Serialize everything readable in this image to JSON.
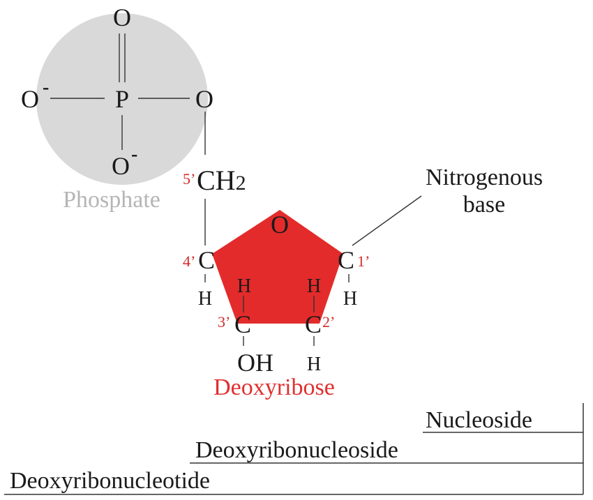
{
  "phosphate": {
    "atom_o_top": "O",
    "atom_p": "P",
    "atom_o_left": "O",
    "charge_left": "-",
    "atom_o_right": "O",
    "atom_o_bottom": "O",
    "charge_bottom": "-",
    "label": "Phosphate",
    "circle_color": "#d9d9d9"
  },
  "sugar": {
    "ch2_c": "CH",
    "ch2_sub": "2",
    "ring_o": "O",
    "c4": "C",
    "c1": "C",
    "c3": "C",
    "c2": "C",
    "h_c4": "H",
    "h_c3_top": "H",
    "h_c2_top": "H",
    "h_c1": "H",
    "oh_c3": "OH",
    "h_c2_bottom": "H",
    "label": "Deoxyribose",
    "ring_color": "#e32b2b"
  },
  "numbering": {
    "n5": "5’",
    "n4": "4’",
    "n3": "3’",
    "n2": "2’",
    "n1": "1’"
  },
  "base": {
    "line1": "Nitrogenous",
    "line2": "base"
  },
  "brackets": {
    "nucleoside": "Nucleoside",
    "deoxyribonucleoside": "Deoxyribonucleoside",
    "deoxyribonucleotide": "Deoxyribonucleotide"
  }
}
